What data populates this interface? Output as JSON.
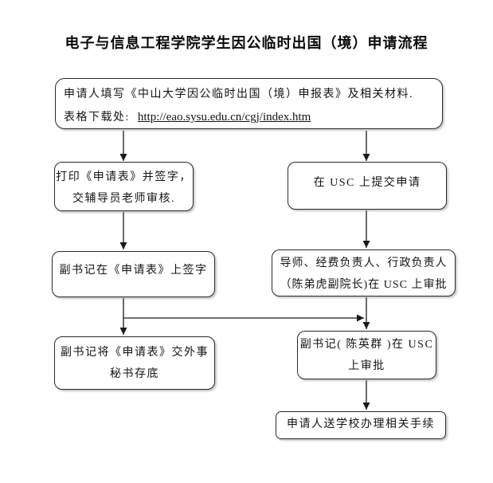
{
  "page": {
    "title": "电子与信息工程学院学生因公临时出国（境）申请流程"
  },
  "flowchart": {
    "nodes": {
      "fill_form": {
        "text": "申请人填写《中山大学因公临时出国（境）申报表》及相关材料.",
        "download_label": "表格下载处:",
        "download_url": "http://eao.sysu.edu.cn/cgj/index.htm"
      },
      "print_sign": {
        "line1": "打印《申请表》并签字，",
        "line2": "交辅导员老师审核."
      },
      "submit_usc": {
        "line1": "在 USC 上提交申请"
      },
      "secretary_sign": {
        "line1": "副书记在《申请表》上签字"
      },
      "approvers_usc": {
        "line1": "导师、经费负责人、行政负责人",
        "line2": "（陈弟虎副院长)在 USC 上审批"
      },
      "archive": {
        "line1": "副书记将《申请表》交外事",
        "line2": "秘书存底"
      },
      "secretary_usc": {
        "line1": "副书记( 陈英群 )在 USC",
        "line2": "上审批"
      },
      "school_procedures": {
        "line1": "申请人送学校办理相关手续"
      }
    },
    "colors": {
      "border": "#2b2b2b",
      "text": "#141414",
      "arrow": "#1a1a1a",
      "background": "#ffffff"
    }
  }
}
